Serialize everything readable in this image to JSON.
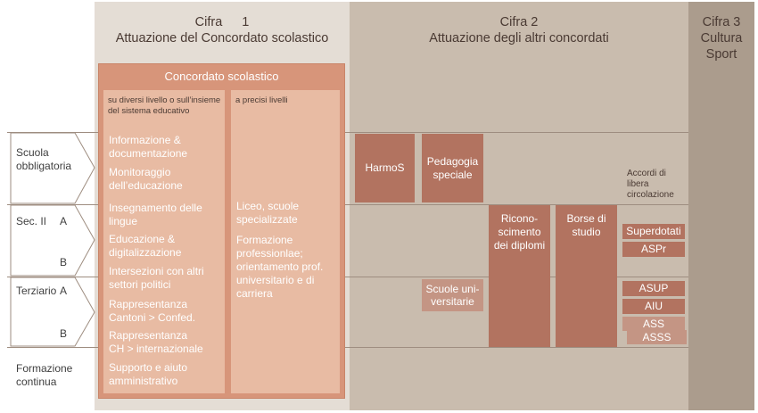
{
  "panels": {
    "cifra1": {
      "label": "Cifra",
      "number": "1",
      "title": "Attuazione del Concordato scolastico"
    },
    "cifra2": {
      "label": "Cifra 2",
      "title": "Attuazione degli altri concordati"
    },
    "cifra3": {
      "label": "Cifra 3",
      "line2": "Cultura",
      "line3": "Sport"
    }
  },
  "levels": {
    "scuola_obbligatoria": [
      "Scuola",
      "obbligatoria"
    ],
    "sec2": {
      "label": "Sec. II",
      "a": "A",
      "b": "B"
    },
    "terziario": {
      "label": "Terziario",
      "a": "A",
      "b": "B"
    },
    "formazione_continua": [
      "Formazione",
      "continua"
    ]
  },
  "concordato": {
    "title": "Concordato scolastico",
    "left_head": "su diversi livello o sull’insieme del sistema educativo",
    "right_head": "a precisi livelli",
    "left_items": [
      [
        "Informazione &",
        "documentazione"
      ],
      [
        "Monitoraggio",
        "dell’educazione"
      ],
      [
        "Insegnamento delle",
        "lingue"
      ],
      [
        "Educazione &",
        "digitalizzazione"
      ],
      [
        "Intersezioni con altri",
        "settori politici"
      ],
      [
        "Rappresentanza",
        "Cantoni > Confed."
      ],
      [
        "Rappresentanza",
        "CH > internazionale"
      ],
      [
        "Supporto e aiuto",
        "amministrativo"
      ]
    ],
    "right_items": [
      [
        "Liceo, scuole",
        "specializzate"
      ],
      [
        "Formazione",
        "professionlae;",
        "orientamento prof.",
        "universitario e di",
        "carriera"
      ]
    ]
  },
  "cifra2_boxes": {
    "harmos": "HarmoS",
    "pedagogia": [
      "Pedagogia",
      "speciale"
    ],
    "riconoscimento": [
      "Ricono-",
      "scimento",
      "dei diplomi"
    ],
    "borse": [
      "Borse di",
      "studio"
    ],
    "scuole_univ": [
      "Scuole uni-",
      "versitarie"
    ],
    "accordi": [
      "Accordi di",
      "libera",
      "circolazione"
    ],
    "superdotati": "Superdotati",
    "aspr": "ASPr",
    "asup": "ASUP",
    "aiu": "AIU",
    "ass": "ASS",
    "asss": "ASSS"
  },
  "colors": {
    "panel1": "#e4ddd5",
    "panel2": "#c9bcae",
    "panel3": "#ab9c8d",
    "concordato": "#d7957a",
    "subcolumn": "#e8bba3",
    "box_dark": "#b27360",
    "box_light": "#c49584"
  }
}
